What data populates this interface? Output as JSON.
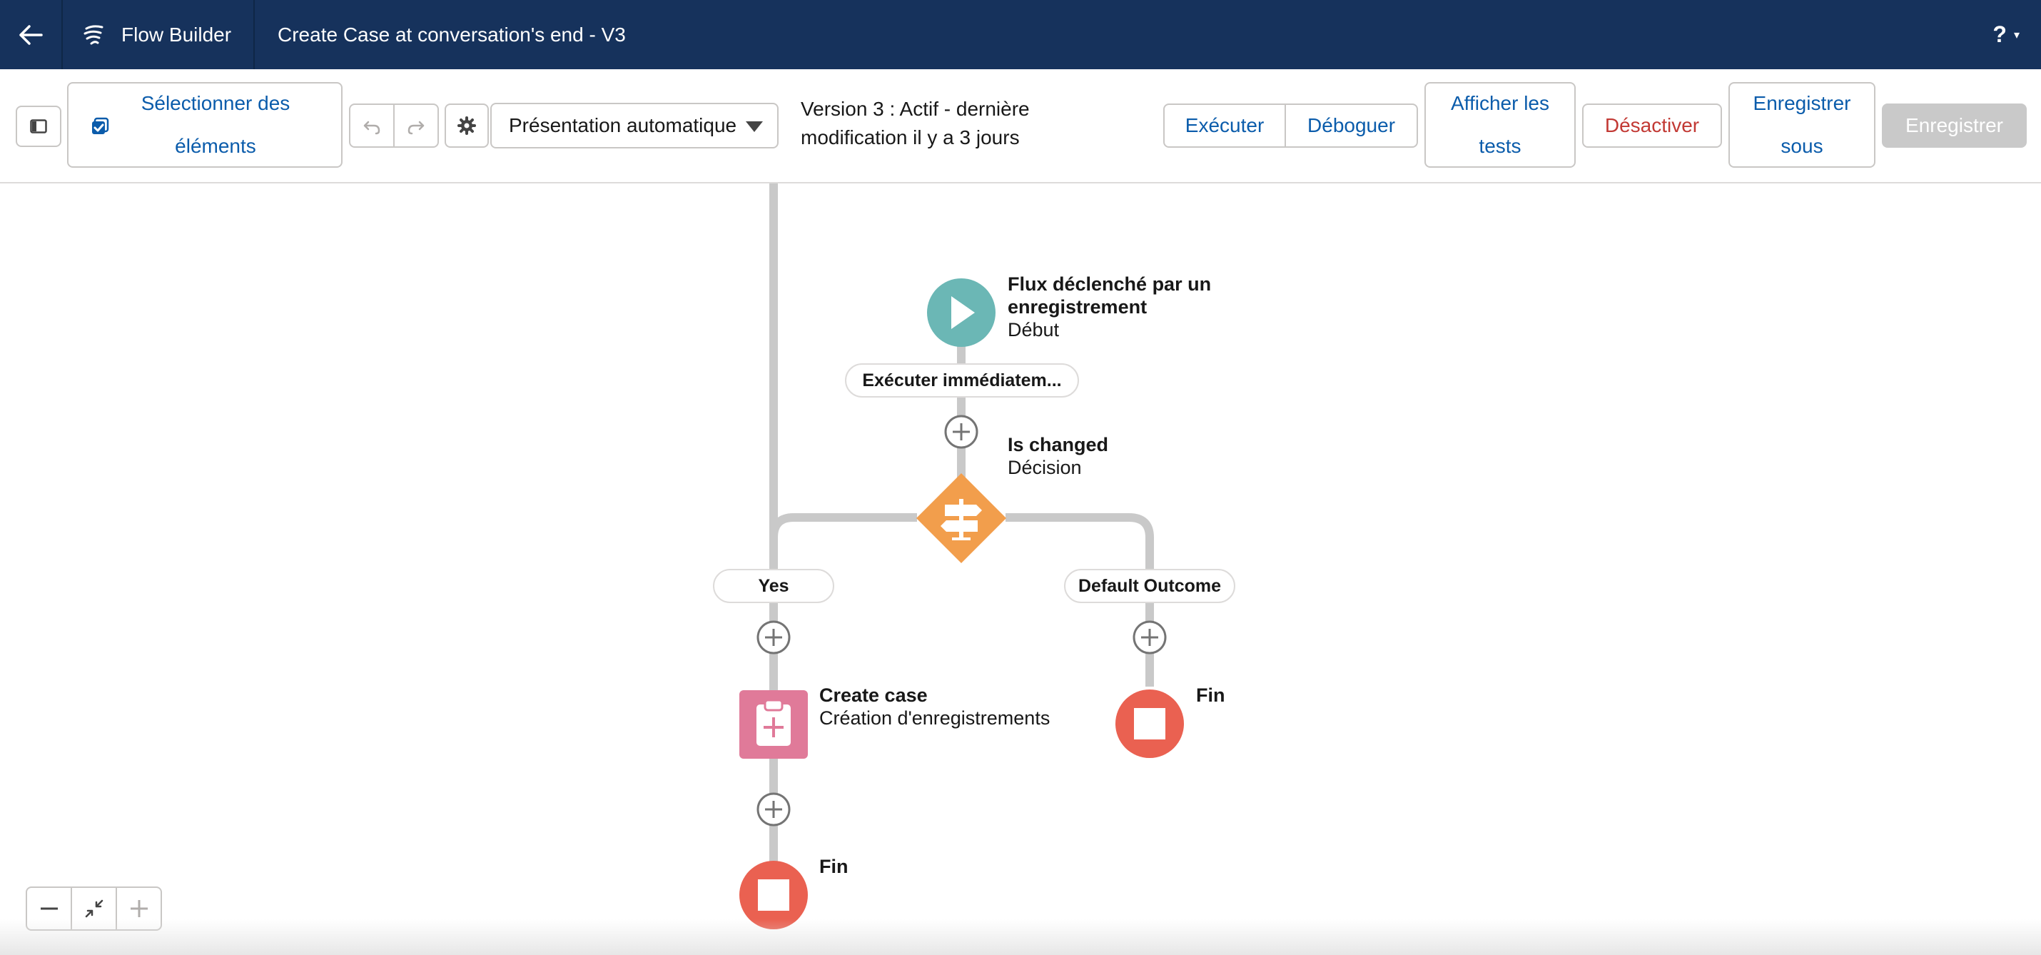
{
  "header": {
    "app_name": "Flow Builder",
    "flow_title": "Create Case at conversation's end - V3",
    "help_label": "?",
    "help_caret": "▾"
  },
  "toolbar": {
    "select_elements_line1": "Sélectionner des",
    "select_elements_line2": "éléments",
    "layout_value": "Présentation automatique",
    "version_line1": "Version 3 : Actif - dernière",
    "version_line2": "modification il y a 3 jours",
    "run_label": "Exécuter",
    "debug_label": "Déboguer",
    "view_tests_line1": "Afficher les",
    "view_tests_line2": "tests",
    "deactivate_label": "Désactiver",
    "save_as_line1": "Enregistrer",
    "save_as_line2": "sous",
    "save_label": "Enregistrer"
  },
  "flow": {
    "start": {
      "title_line1": "Flux déclenché par un",
      "title_line2": "enregistrement",
      "type": "Début"
    },
    "run_immediately": "Exécuter immédiatem...",
    "decision": {
      "title": "Is changed",
      "type": "Décision"
    },
    "outcomes": {
      "yes": "Yes",
      "default": "Default Outcome"
    },
    "create_case": {
      "title": "Create case",
      "type": "Création d'enregistrements"
    },
    "end_left": "Fin",
    "end_right": "Fin"
  },
  "colors": {
    "header_bg": "#16325c",
    "brand_blue": "#0b5cab",
    "deactivate_red": "#c23934",
    "start_teal": "#6bb7b5",
    "decision_orange": "#f29e4c",
    "record_create_pink": "#e07a99",
    "end_red": "#ea6151",
    "connector_gray": "#c9c9c9"
  },
  "icons": {
    "back": "arrow-left-icon",
    "app": "flow-icon",
    "toggle_panel": "panel-toggle-icon",
    "select": "checkbox-select-icon",
    "undo": "undo-icon",
    "redo": "redo-icon",
    "settings": "gear-icon",
    "zoom_out": "minus-icon",
    "fit": "fit-view-icon",
    "zoom_in": "plus-icon"
  }
}
